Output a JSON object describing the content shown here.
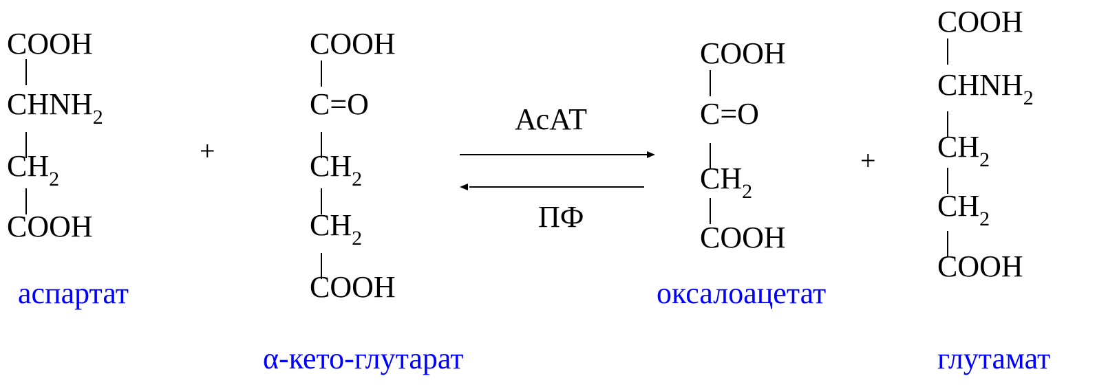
{
  "molecules": [
    {
      "id": "aspartate",
      "rows": [
        {
          "main": "COOH",
          "sub": ""
        },
        {
          "main": "CHNH",
          "sub": "2"
        },
        {
          "main": "CH",
          "sub": "2"
        },
        {
          "main": "COOH",
          "sub": ""
        }
      ],
      "name": "аспартат"
    },
    {
      "id": "alpha-ketoglutarate",
      "rows": [
        {
          "main": "COOH",
          "sub": ""
        },
        {
          "main": "C=O",
          "sub": ""
        },
        {
          "main": "CH",
          "sub": "2"
        },
        {
          "main": "CH",
          "sub": "2"
        },
        {
          "main": "COOH",
          "sub": ""
        }
      ],
      "name": "α-кето-глутарат"
    },
    {
      "id": "oxaloacetate",
      "rows": [
        {
          "main": "COOH",
          "sub": ""
        },
        {
          "main": "C=O",
          "sub": ""
        },
        {
          "main": "CH",
          "sub": "2"
        },
        {
          "main": "COOH",
          "sub": ""
        }
      ],
      "name": "оксалоацетат"
    },
    {
      "id": "glutamate",
      "rows": [
        {
          "main": "COOH",
          "sub": ""
        },
        {
          "main": "CHNH",
          "sub": "2"
        },
        {
          "main": "CH",
          "sub": "2"
        },
        {
          "main": "CH",
          "sub": "2"
        },
        {
          "main": "COOH",
          "sub": ""
        }
      ],
      "name": "глутамат"
    }
  ],
  "operators": {
    "plus_left": "+",
    "plus_right": "+"
  },
  "reaction": {
    "forward_enzyme": "АсАТ",
    "reverse_cofactor": "ПФ"
  },
  "colors": {
    "formula": "#000000",
    "name": "#0000ff",
    "arrow": "#000000"
  }
}
